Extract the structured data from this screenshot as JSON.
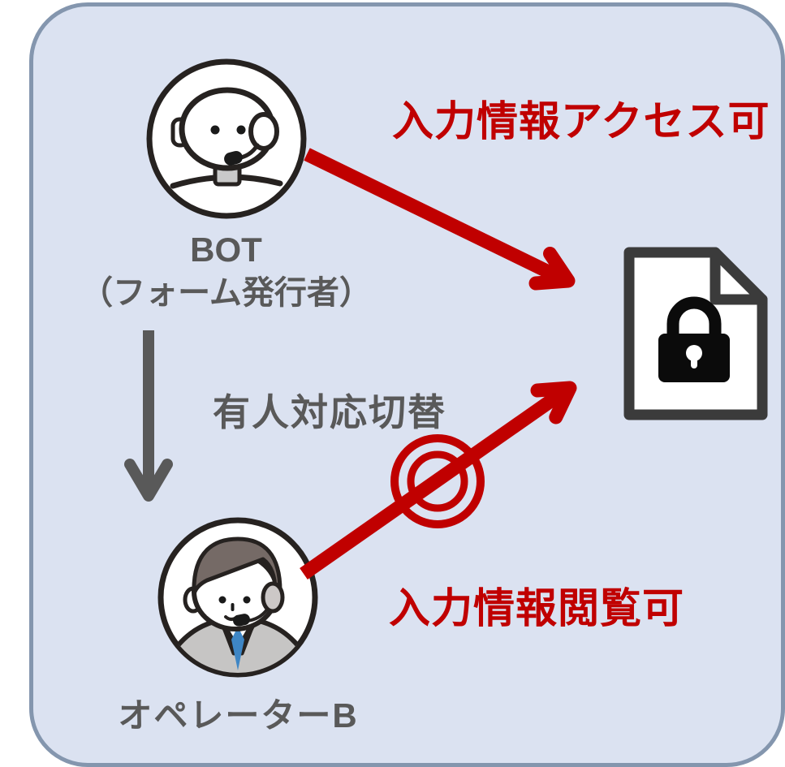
{
  "scene": {
    "bot": {
      "name_line1": "BOT",
      "name_line2": "（フォーム発行者）"
    },
    "operator": {
      "name": "オペレーターB"
    },
    "labels": {
      "bot_access": "入力情報アクセス可",
      "handoff": "有人対応切替",
      "operator_access": "入力情報閲覧可"
    },
    "icons": {
      "bot_avatar": "bot-headset-avatar",
      "operator_avatar": "operator-headset-avatar",
      "document": "locked-document-icon",
      "prohibition": "prohibition-double-circle"
    },
    "colors": {
      "background": "#dbe2f1",
      "border": "#8496ae",
      "accent_red": "#c00000",
      "text_gray": "#595959",
      "outline_dark": "#262220",
      "suit_gray": "#c6c5c4",
      "tie_blue": "#3e86c5"
    }
  }
}
